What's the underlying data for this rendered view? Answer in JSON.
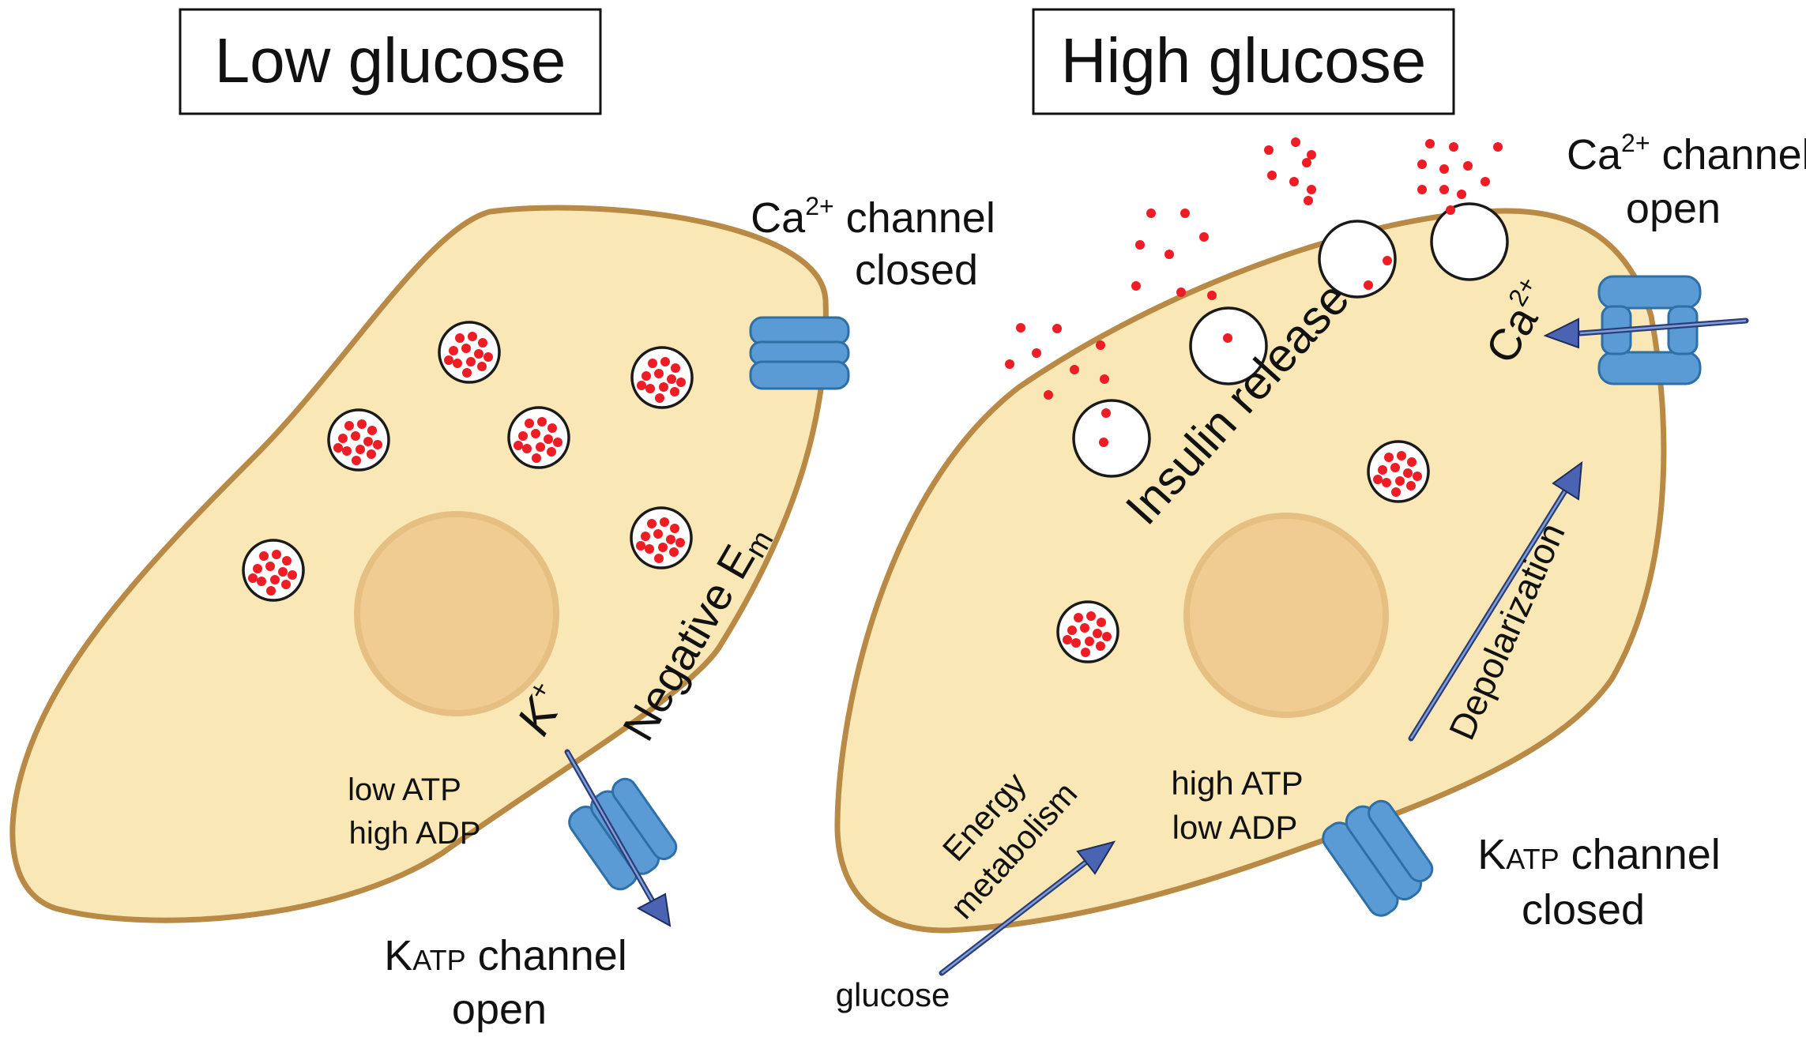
{
  "panels": {
    "low": {
      "title": "Low glucose",
      "ca_channel": {
        "line1_base": "Ca",
        "line1_sup": "2+",
        "line1_rest": " channel",
        "line2": "closed"
      },
      "atp_label": {
        "line1": "low ATP",
        "line2": "high ADP"
      },
      "ion_label": {
        "base": "K",
        "sup": "+"
      },
      "potential_label": {
        "base": "Negative E",
        "sub": "m"
      },
      "katp_label": {
        "k": "K",
        "atp": "ATP",
        "rest": " channel",
        "line2": "open"
      }
    },
    "high": {
      "title": "High glucose",
      "ca_channel": {
        "line1_base": "Ca",
        "line1_sup": "2+",
        "line1_rest": " channel",
        "line2": "open"
      },
      "ca_ion": {
        "base": "Ca",
        "sup": "2+"
      },
      "insulin_release": "Insulin release",
      "depolarization": "Depolarization",
      "energy_metabolism": {
        "line1": "Energy",
        "line2": "metabolism"
      },
      "glucose": "glucose",
      "atp_label": {
        "line1": "high ATP",
        "line2": "low ADP"
      },
      "katp_label": {
        "k": "K",
        "atp": "ATP",
        "rest": " channel",
        "line2": "closed"
      }
    }
  },
  "colors": {
    "cytoplasm": "#f9e8b5",
    "membrane": "#b98a45",
    "nucleus": "#f1cc92",
    "insulin": "#ee1c24",
    "channel": "#5b9bd5",
    "arrow": "#2c3e7a"
  }
}
